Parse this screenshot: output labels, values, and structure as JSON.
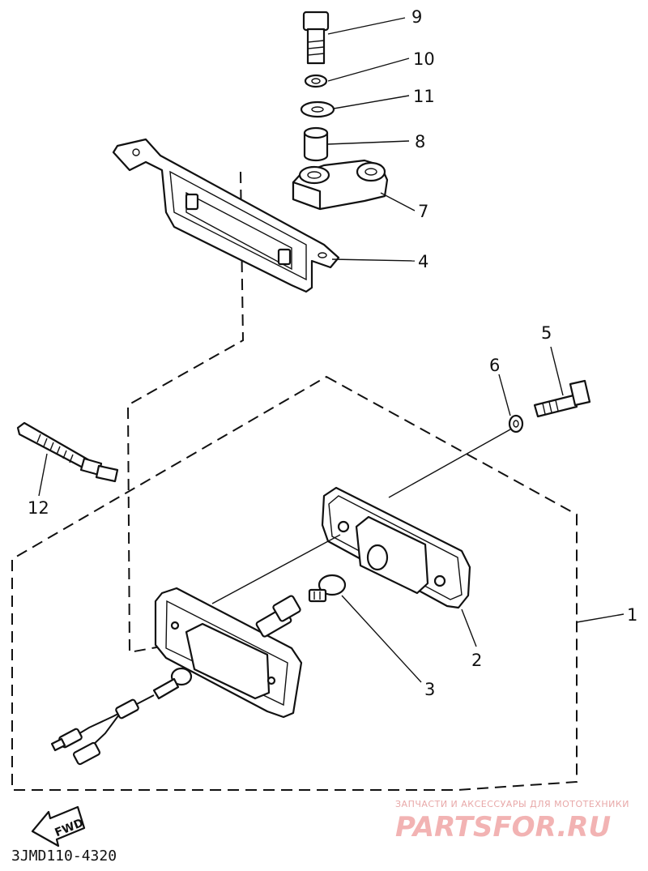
{
  "labels": {
    "p1": "1",
    "p2": "2",
    "p3": "3",
    "p4": "4",
    "p5": "5",
    "p6": "6",
    "p7": "7",
    "p8": "8",
    "p9": "9",
    "p10": "10",
    "p11": "11",
    "p12": "12"
  },
  "direction_arrow": "FWD",
  "diagram_code": "3JMD110-4320",
  "watermark": {
    "tagline": "ЗАПЧАСТИ И АКСЕССУАРЫ ДЛЯ МОТОТЕХНИКИ",
    "brand": "PARTSFOR.RU"
  }
}
